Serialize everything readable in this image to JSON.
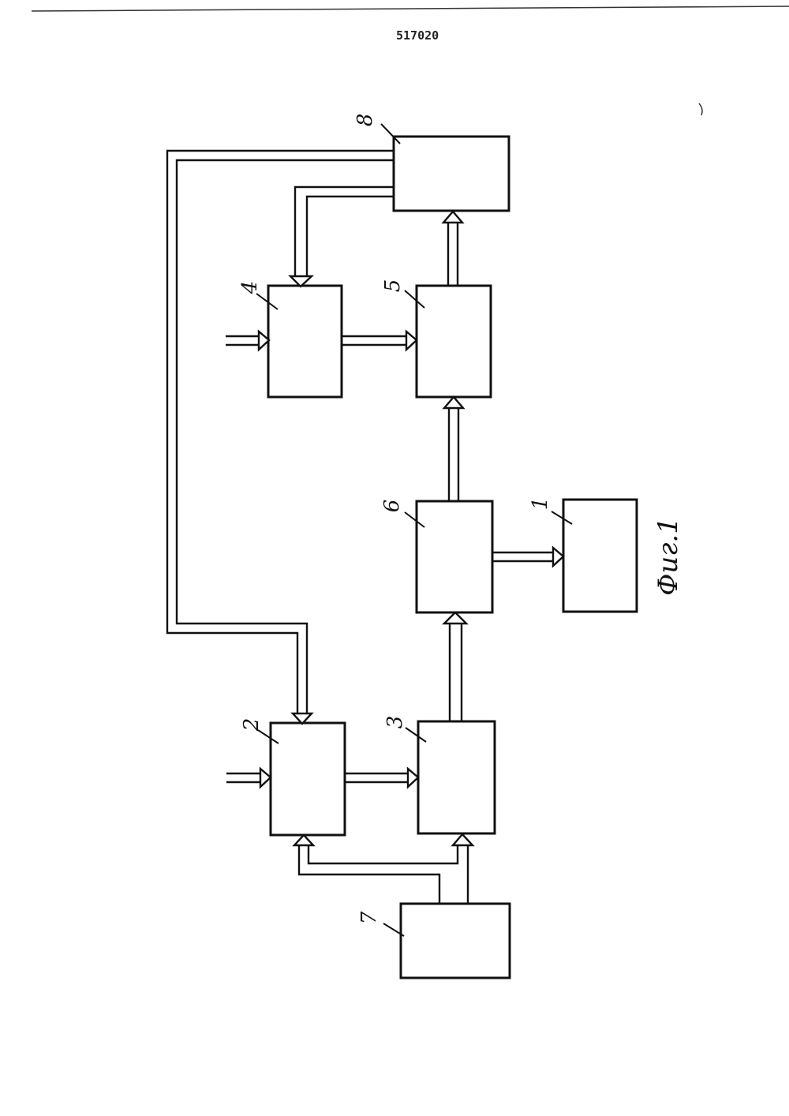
{
  "document": {
    "patent_number": "517020",
    "figure_caption": "Фиг.1"
  },
  "blocks": [
    {
      "id": "block-1",
      "label": "1"
    },
    {
      "id": "block-2",
      "label": "2"
    },
    {
      "id": "block-3",
      "label": "3"
    },
    {
      "id": "block-4",
      "label": "4"
    },
    {
      "id": "block-5",
      "label": "5"
    },
    {
      "id": "block-6",
      "label": "6"
    },
    {
      "id": "block-7",
      "label": "7"
    },
    {
      "id": "block-8",
      "label": "8"
    }
  ]
}
